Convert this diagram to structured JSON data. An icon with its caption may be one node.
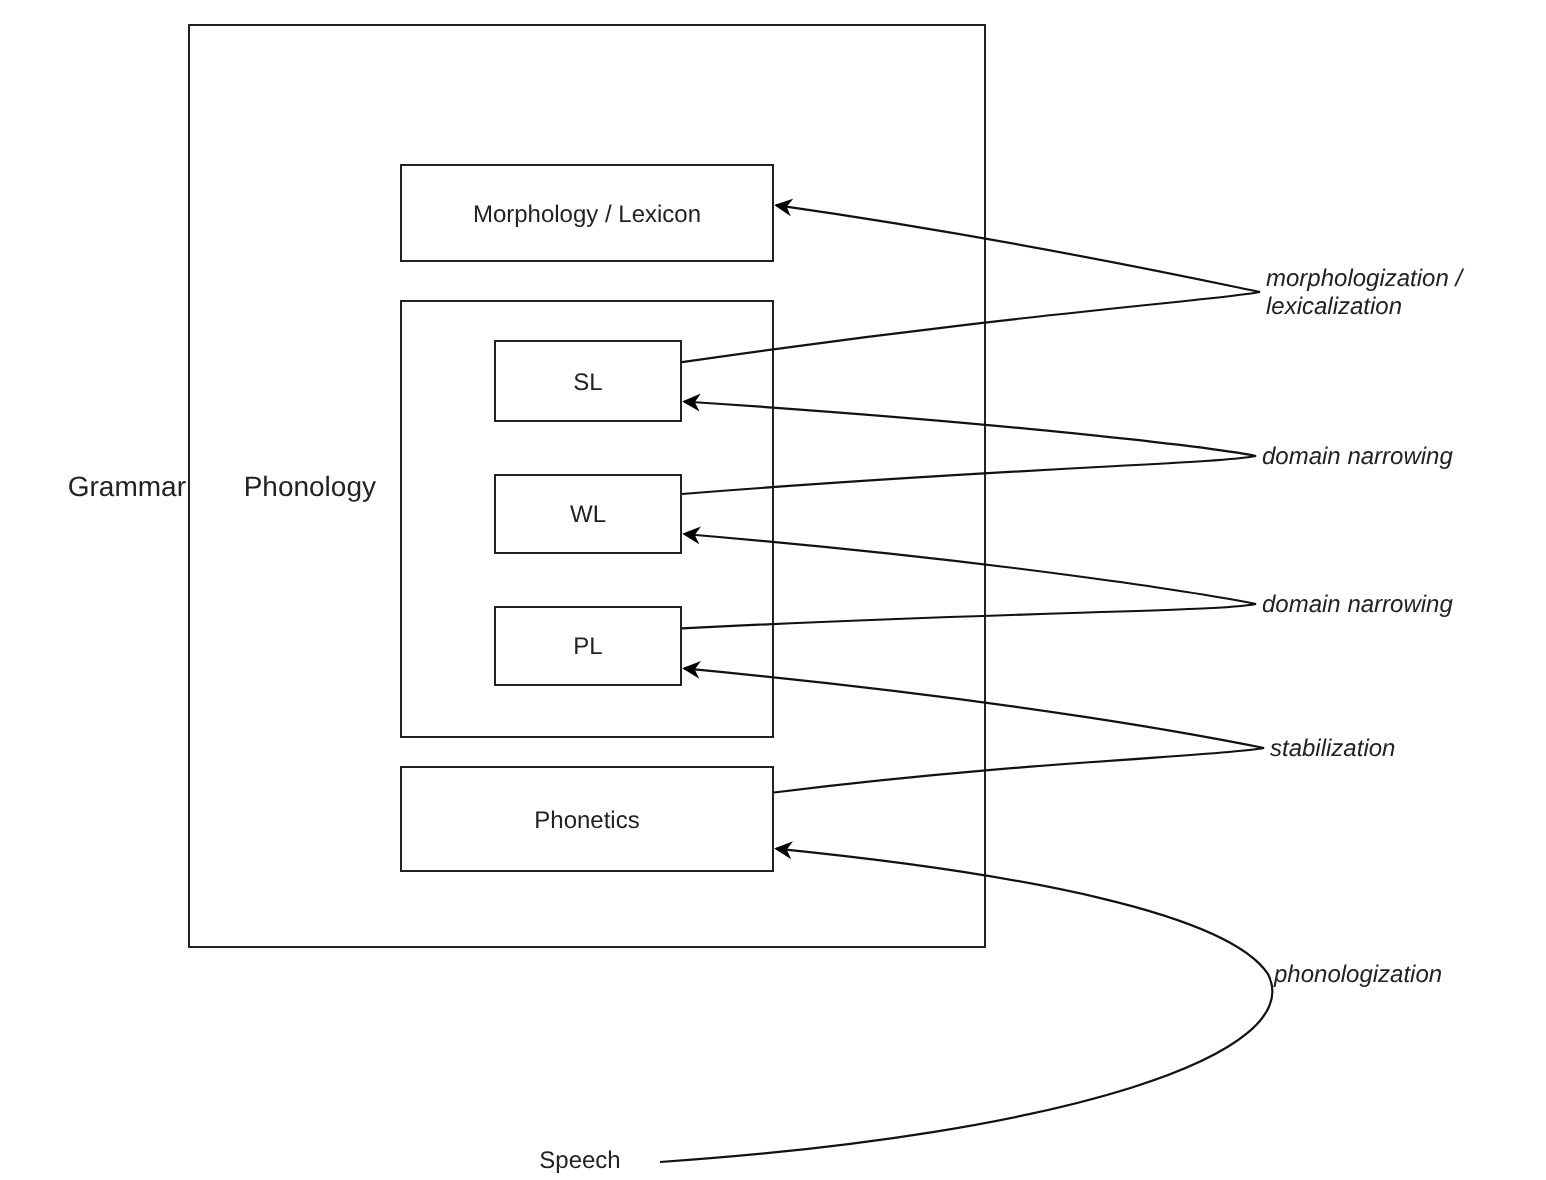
{
  "diagram": {
    "nodes": [
      {
        "text": [
          "Grammar"
        ]
      },
      {
        "text": [
          "Morphology / Lexicon"
        ],
        "in": 0
      },
      {
        "text": [
          "Phonology"
        ],
        "in": 0
      },
      {
        "text": [
          "SL"
        ],
        "in": 2
      },
      {
        "text": [
          "WL"
        ],
        "in": 2
      },
      {
        "text": [
          "PL"
        ],
        "in": 2
      },
      {
        "text": [
          "Phonetics"
        ],
        "in": 0
      },
      {
        "text": [
          "Speech"
        ]
      }
    ],
    "edges": [
      {
        "from": 3,
        "to": 1,
        "arrow": "to",
        "label": "morphologization / lexicalization"
      },
      {
        "from": 4,
        "to": 3,
        "arrow": "to",
        "label": "domain narrowing"
      },
      {
        "from": 5,
        "to": 4,
        "arrow": "to",
        "label": "domain narrowing"
      },
      {
        "from": 6,
        "to": 5,
        "arrow": "to",
        "label": "stabilization"
      },
      {
        "from": 7,
        "to": 6,
        "arrow": "to",
        "label": "phonologization"
      }
    ]
  }
}
